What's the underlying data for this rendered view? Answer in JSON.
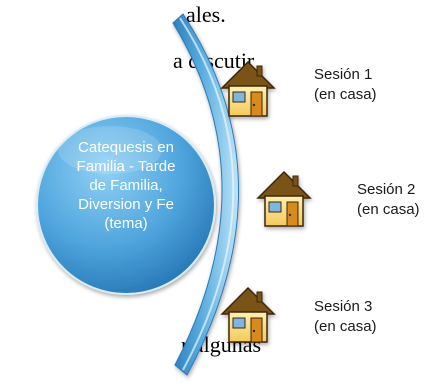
{
  "background_text": [
    "ales.",
    "a discutir",
    "r algunas"
  ],
  "center_circle": {
    "lines": [
      "Catequesis en",
      "Familia - Tarde",
      "de Familia,",
      "Diversion y Fe",
      "(tema)"
    ]
  },
  "sessions": [
    {
      "title": "Sesión 1",
      "subtitle": "(en casa)",
      "icon": "house-icon"
    },
    {
      "title": "Sesión 2",
      "subtitle": "(en casa)",
      "icon": "house-icon"
    },
    {
      "title": "Sesión 3",
      "subtitle": "(en casa)",
      "icon": "house-icon"
    }
  ],
  "colors": {
    "circle_light": "#63b7e8",
    "circle_dark": "#1f6fae",
    "arc_light": "#bfe4f8",
    "arc_dark": "#2e7fbd",
    "house_wall": "#f7d77a",
    "house_roof": "#6b4a12",
    "house_door": "#d98a1c",
    "house_window": "#7fb6de"
  }
}
